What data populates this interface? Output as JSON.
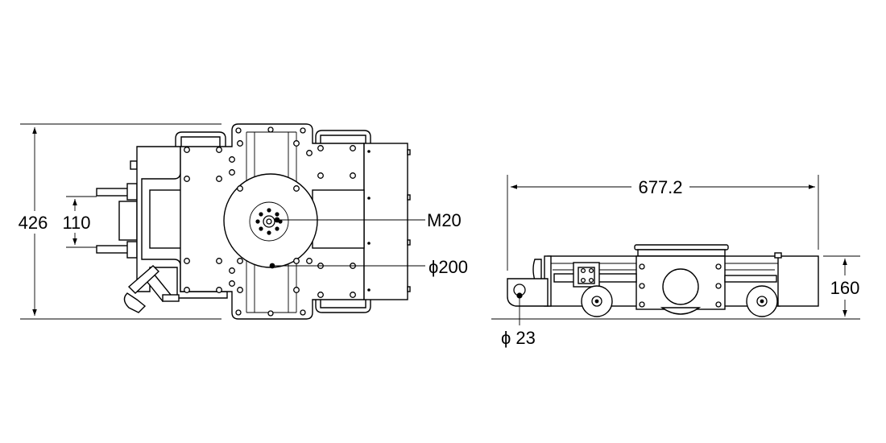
{
  "top_view": {
    "dim_overall_height": "426",
    "dim_clamp_spacing": "110",
    "callout_thread": "M20",
    "callout_plate_diameter": "ϕ200"
  },
  "side_view": {
    "dim_overall_length": "677.2",
    "dim_height": "160",
    "callout_pin_diameter": "ϕ 23"
  }
}
